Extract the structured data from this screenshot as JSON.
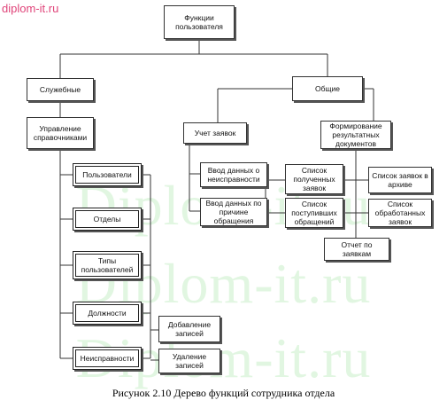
{
  "watermark": {
    "site": "diplom-it.ru",
    "big": "Diplom-it.ru"
  },
  "nodes": {
    "root": "Функции пользователя",
    "service": "Служебные",
    "general": "Общие",
    "manage_refs": "Управление справочниками",
    "requests": "Учет заявок",
    "form_docs": "Формирование результатных документов",
    "users": "Пользователи",
    "departments": "Отделы",
    "user_types": "Типы пользователей",
    "positions": "Должности",
    "faults": "Неисправности",
    "add_records": "Добавление записей",
    "delete_records": "Удаление записей",
    "enter_fault": "Ввод данных о неисправности",
    "enter_reason": "Ввод данных по причине обращения",
    "received_list": "Список полученных заявок",
    "archive_list": "Список заявок в архиве",
    "incoming_list": "Список поступивших обращений",
    "processed_list": "Список обработанных заявок",
    "report": "Отчет по заявкам"
  },
  "caption": "Рисунок 2.10 Дерево функций сотрудника отдела"
}
